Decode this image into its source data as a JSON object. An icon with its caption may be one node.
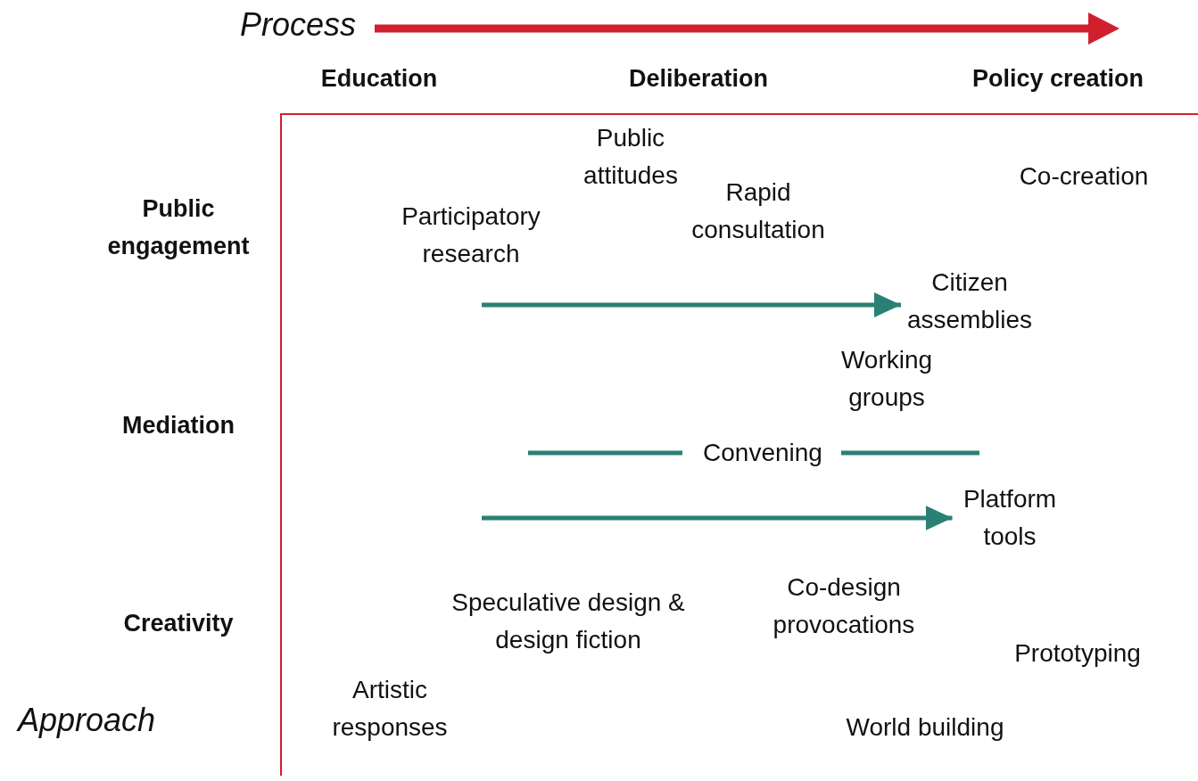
{
  "diagram": {
    "nodes": [
      {
        "text": [
          "Citizen assemblies"
        ]
      },
      {
        "text": [
          "Platform tools"
        ]
      }
    ],
    "edges": [
      {
        "from": null,
        "to": 0,
        "arrow": "to"
      },
      {
        "from": null,
        "to": 1,
        "arrow": "to"
      }
    ],
    "labels": [
      "Process",
      "Education",
      "Deliberation",
      "Policy creation",
      "Public attitudes",
      "Co-creation",
      "Rapid consultation",
      "Public engagement",
      "Participatory research",
      "Working groups",
      "Mediation",
      "Convening",
      "Co-design provocations",
      "Speculative design & design fiction",
      "Creativity",
      "Prototyping",
      "Artistic responses",
      "Approach",
      "World building"
    ]
  }
}
